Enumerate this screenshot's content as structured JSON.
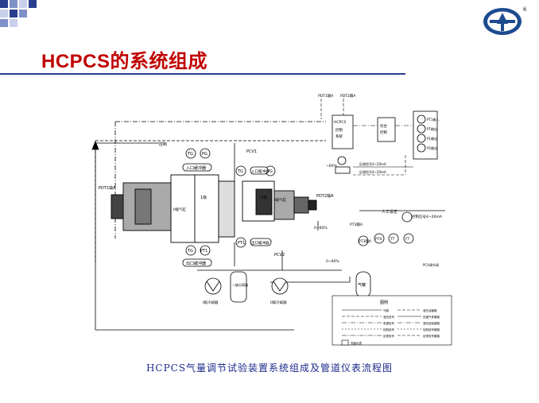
{
  "slide": {
    "title": "HCPCS的系统组成",
    "caption": "HCPCS气量调节试验装置系统组成及管道仪表流程图",
    "accent_red": "#c00000",
    "accent_blue": "#2a3f8f"
  },
  "logo": {
    "registered_mark": "®",
    "icon": "company-logo-icon"
  },
  "diagram": {
    "pdt1a": "PDT1输A",
    "pdt2a": "PDT2输A",
    "pdt1": "PDT1输A",
    "pdt2": "PDT2输A",
    "pdt3": "PT3输A",
    "hcpcs_box": "HCPCS",
    "hcpcs_sub1": "控制",
    "hcpcs_sub2": "系统",
    "unit_box_1": "综合",
    "unit_box_2": "控制",
    "pt_box_1": "PT1输入",
    "pt_box_2": "PT输出",
    "pt_box_3": "P1输出",
    "pt_box_4": "P2输出",
    "pcv1": "PCV1",
    "pcv2": "PCV2",
    "tg": "TG",
    "pg": "PG",
    "pt1": "PT1",
    "inlet_buffer_1": "入口缓冲器",
    "inlet_buffer_2": "入口缓冲器",
    "outlet_buffer_1": "出口缓冲器",
    "outlet_buffer_2": "出口缓冲器",
    "compressor_1": "1级",
    "compressor_2": "1级",
    "cylinder_label_1": "II级气缸",
    "cylinder_label_2": "II级气缸",
    "cooler_1": "I级冷却器",
    "cooler_2": "II级冷却器",
    "separator": "一级分离器",
    "gas_tank": "气罐",
    "range_1": "0~60%",
    "range_2": "0~60%",
    "range_3": "~60%",
    "signal_1": "反馈信号4~20mA",
    "signal_2": "反馈信号4~20mA",
    "signal_3": "控制信号4~20mA",
    "manual_set": "人工设定",
    "pt_t": "PT4",
    "tt": "TT",
    "ft": "FT",
    "lp_valve": "PCV调节阀",
    "legend_title": "图例",
    "legend_items": [
      "气路",
      "液压信号",
      "电源信号",
      "控制信号",
      "反馈信号"
    ],
    "legend_items_r": [
      "液压油管路",
      "压缩气体管路",
      "液压回油管路",
      "控制信号管路",
      "反馈信号管路"
    ],
    "legend_box": "测量仪表"
  }
}
